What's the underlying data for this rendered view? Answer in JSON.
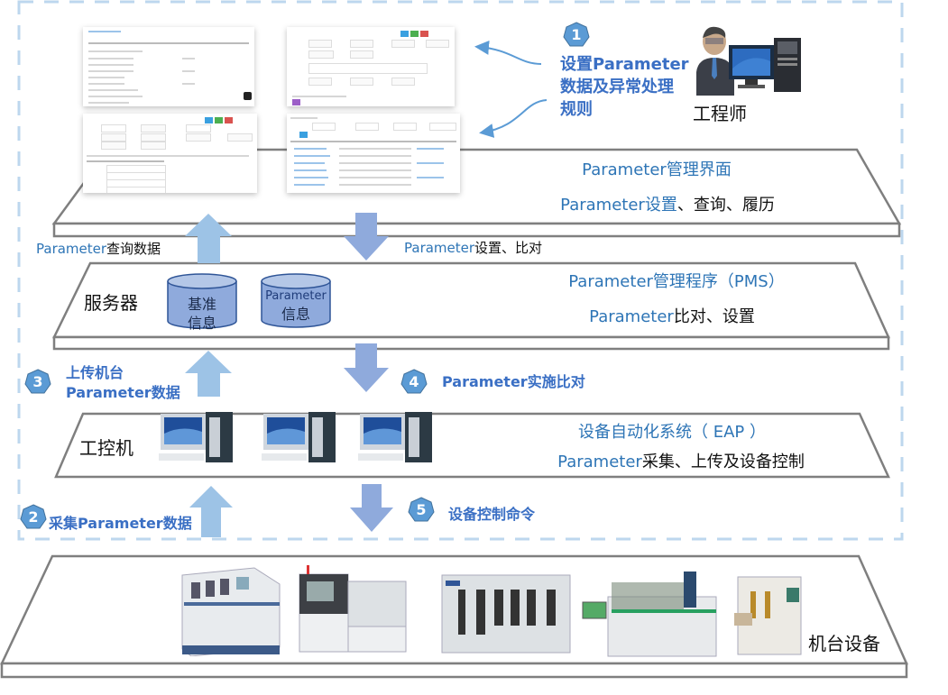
{
  "colors": {
    "dashed_border": "#bdd7ee",
    "layer_stroke": "#7f7f7f",
    "arrow_up": "#9dc3e6",
    "arrow_down": "#8faadc",
    "label_blue": "#2e75b6",
    "step_blue": "#3a6fc4",
    "badge_fill": "#5b9bd5",
    "cylinder_fill": "#8faadc",
    "cylinder_top": "#b4c7e7"
  },
  "engineer": {
    "label": "工程师",
    "icon": "engineer-with-computer-icon",
    "step": "1",
    "instruction_lines": [
      "设置Parameter",
      "数据及异常处理",
      "规则"
    ]
  },
  "ui_layer": {
    "title": "Parameter管理界面",
    "subtitle_blue": "Parameter设置",
    "subtitle_dark": "、查询、履历",
    "screenshots": [
      "parameter-list-screen",
      "parameter-edit-form-screen",
      "parameter-setting-form-screen",
      "parameter-history-table-screen"
    ]
  },
  "flow_ui_server": {
    "up_label_blue": "Parameter",
    "up_label_dark": "查询数据",
    "down_label_blue": "Parameter",
    "down_label_dark": "设置、比对"
  },
  "server_layer": {
    "name": "服务器",
    "title": "Parameter管理程序（PMS）",
    "subtitle_blue": "Parameter",
    "subtitle_dark": "比对、设置",
    "databases": [
      {
        "line1": "基准",
        "line2": "信息"
      },
      {
        "line1": "Parameter",
        "line2": "信息"
      }
    ]
  },
  "flow_server_ipc": {
    "up_step": "3",
    "up_label_lines": [
      "上传机台",
      "Parameter数据"
    ],
    "down_step": "4",
    "down_label": "Parameter实施比对"
  },
  "ipc_layer": {
    "name": "工控机",
    "title": "设备自动化系统（ EAP ）",
    "subtitle_blue": "Parameter",
    "subtitle_dark": "采集、上传及设备控制",
    "computers": [
      "industrial-pc-icon",
      "industrial-pc-icon",
      "industrial-pc-icon"
    ]
  },
  "flow_ipc_equipment": {
    "up_step": "2",
    "up_label": "采集Parameter数据",
    "down_step": "5",
    "down_label": "设备控制命令"
  },
  "equipment_layer": {
    "name": "机台设备",
    "machines": [
      "machine-1",
      "machine-2",
      "machine-3",
      "machine-4",
      "machine-5"
    ]
  }
}
